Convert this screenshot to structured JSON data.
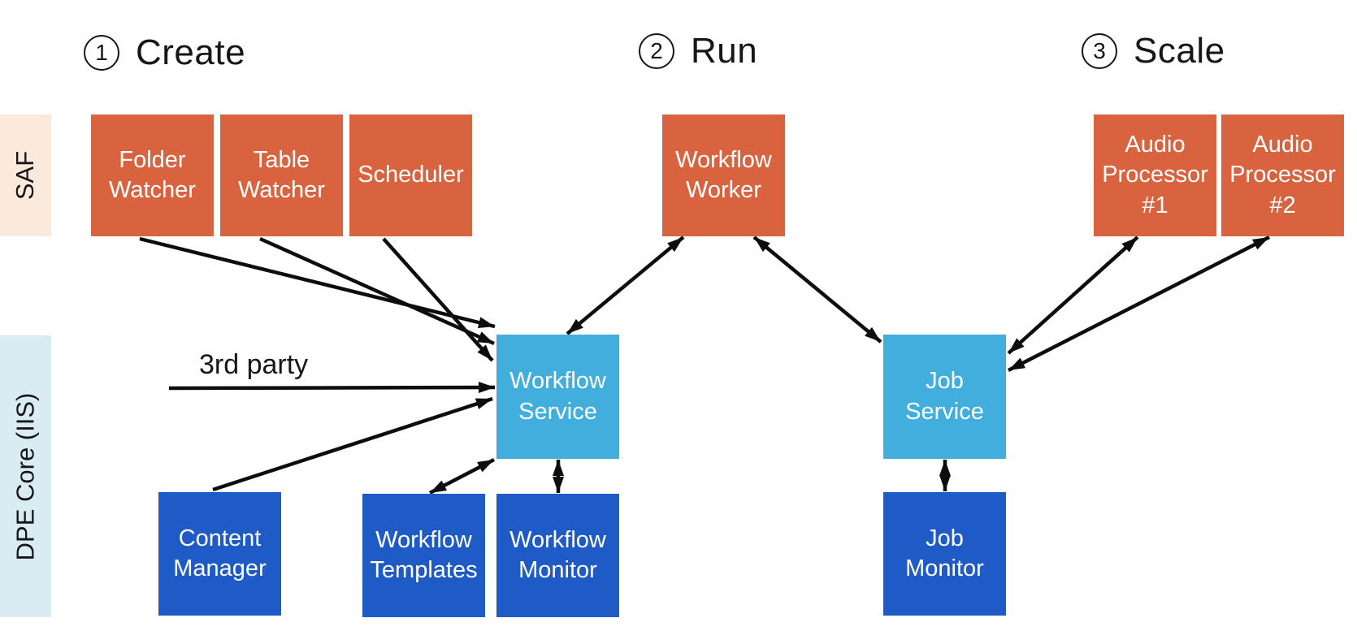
{
  "headings": {
    "create": {
      "number": "1",
      "label": "Create"
    },
    "run": {
      "number": "2",
      "label": "Run"
    },
    "scale": {
      "number": "3",
      "label": "Scale"
    }
  },
  "bands": {
    "saf": {
      "label": "SAF"
    },
    "dpe_core": {
      "label": "DPE Core (IIS)"
    }
  },
  "nodes": {
    "folder_watcher": {
      "label": "Folder\nWatcher",
      "category": "agent"
    },
    "table_watcher": {
      "label": "Table\nWatcher",
      "category": "agent"
    },
    "scheduler": {
      "label": "Scheduler",
      "category": "agent"
    },
    "workflow_worker": {
      "label": "Workflow\nWorker",
      "category": "agent"
    },
    "audio_processor_1": {
      "label": "Audio\nProcessor\n#1",
      "category": "agent"
    },
    "audio_processor_2": {
      "label": "Audio\nProcessor\n#2",
      "category": "agent"
    },
    "workflow_service": {
      "label": "Workflow\nService",
      "category": "service"
    },
    "job_service": {
      "label": "Job\nService",
      "category": "service"
    },
    "content_manager": {
      "label": "Content\nManager",
      "category": "core"
    },
    "workflow_templates": {
      "label": "Workflow\nTemplates",
      "category": "core"
    },
    "workflow_monitor": {
      "label": "Workflow\nMonitor",
      "category": "core"
    },
    "job_monitor": {
      "label": "Job\nMonitor",
      "category": "core"
    }
  },
  "annotations": {
    "third_party": "3rd party"
  },
  "edges": [
    {
      "from": "folder_watcher",
      "to": "workflow_service",
      "bidirectional": false
    },
    {
      "from": "table_watcher",
      "to": "workflow_service",
      "bidirectional": false
    },
    {
      "from": "scheduler",
      "to": "workflow_service",
      "bidirectional": false
    },
    {
      "from": "third_party",
      "to": "workflow_service",
      "bidirectional": false
    },
    {
      "from": "content_manager",
      "to": "workflow_service",
      "bidirectional": false
    },
    {
      "from": "workflow_templates",
      "to": "workflow_service",
      "bidirectional": true
    },
    {
      "from": "workflow_monitor",
      "to": "workflow_service",
      "bidirectional": true
    },
    {
      "from": "workflow_worker",
      "to": "workflow_service",
      "bidirectional": true
    },
    {
      "from": "workflow_worker",
      "to": "job_service",
      "bidirectional": true
    },
    {
      "from": "audio_processor_1",
      "to": "job_service",
      "bidirectional": true
    },
    {
      "from": "audio_processor_2",
      "to": "job_service",
      "bidirectional": true
    },
    {
      "from": "job_monitor",
      "to": "job_service",
      "bidirectional": true
    }
  ],
  "colors": {
    "agent_orange": "#D9633E",
    "service_blue": "#41AEDD",
    "core_blue": "#1E5BC6",
    "saf_band": "#FBE9DC",
    "dpe_band": "#D9ECF4",
    "arrow": "#0D0D0D",
    "text_dark": "#161616",
    "node_text": "#FFFFFF"
  }
}
